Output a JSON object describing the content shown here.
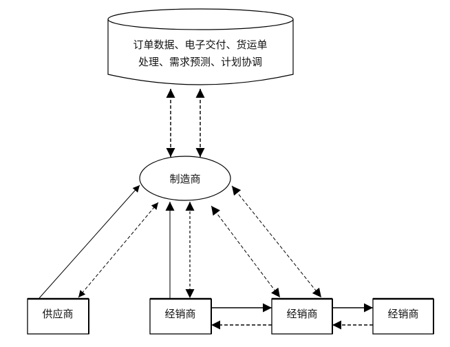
{
  "diagram": {
    "database": {
      "line1": "订单数据、电子交付、货运单",
      "line2": "处理、需求预测、计划协调"
    },
    "manufacturer": {
      "label": "制造商"
    },
    "supplier": {
      "label": "供应商"
    },
    "distributors": [
      {
        "label": "经销商"
      },
      {
        "label": "经销商"
      },
      {
        "label": "经销商"
      }
    ],
    "connections": [
      {
        "from": "manufacturer",
        "to": "database",
        "style": "dashed",
        "direction": "both"
      },
      {
        "from": "manufacturer",
        "to": "database",
        "style": "dashed",
        "direction": "both"
      },
      {
        "from": "supplier",
        "to": "manufacturer",
        "style": "solid",
        "direction": "forward"
      },
      {
        "from": "manufacturer",
        "to": "supplier",
        "style": "dashed",
        "direction": "both"
      },
      {
        "from": "distributor-1",
        "to": "manufacturer",
        "style": "solid",
        "direction": "forward"
      },
      {
        "from": "manufacturer",
        "to": "distributor-1",
        "style": "dashed",
        "direction": "both"
      },
      {
        "from": "manufacturer",
        "to": "distributor-2",
        "style": "dashed",
        "direction": "both"
      },
      {
        "from": "manufacturer",
        "to": "distributor-2",
        "style": "dashed",
        "direction": "both"
      },
      {
        "from": "distributor-1",
        "to": "distributor-2",
        "style": "solid",
        "direction": "forward"
      },
      {
        "from": "distributor-2",
        "to": "distributor-1",
        "style": "dashed",
        "direction": "forward"
      },
      {
        "from": "distributor-2",
        "to": "distributor-3",
        "style": "solid",
        "direction": "forward"
      },
      {
        "from": "distributor-3",
        "to": "distributor-2",
        "style": "dashed",
        "direction": "forward"
      }
    ]
  }
}
